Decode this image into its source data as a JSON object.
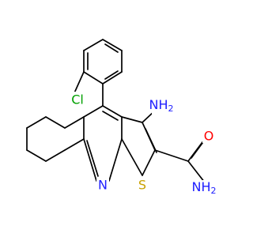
{
  "colors": {
    "background": "#ffffff",
    "bond": "#000000",
    "chlorine": "#00a000",
    "nitrogen": "#2020ff",
    "oxygen": "#ff0000",
    "sulfur": "#c9a100"
  },
  "atom_labels": {
    "cl": "Cl",
    "amino_top": "NH",
    "amino_top_sub": "2",
    "amino_top_line2": "",
    "oxygen": "O",
    "ring_n": "N",
    "sulfur": "S",
    "amide_n_top": "NH",
    "amide_n_sub": "2"
  }
}
